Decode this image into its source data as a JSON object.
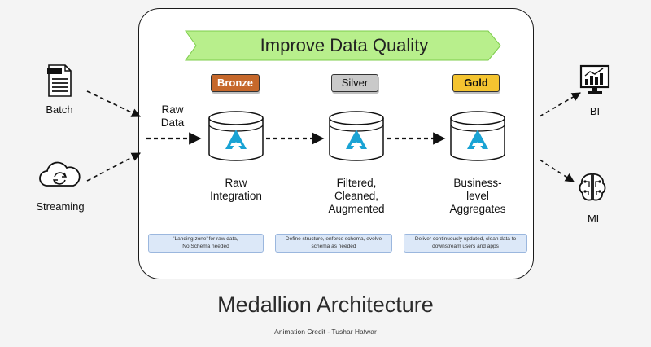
{
  "banner": {
    "text": "Improve Data Quality"
  },
  "tiers": {
    "bronze": "Bronze",
    "silver": "Silver",
    "gold": "Gold"
  },
  "inputs": {
    "batch": "Batch",
    "streaming": "Streaming",
    "raw_data": "Raw\nData"
  },
  "stages": {
    "raw": "Raw\nIntegration",
    "filtered": "Filtered,\nCleaned,\nAugmented",
    "business": "Business-\nlevel\nAggregates"
  },
  "notes": {
    "bronze": "'Landing zone' for raw data,\nNo Schema needed",
    "silver": "Define structure, enforce schema, evolve\nschema as needed",
    "gold": "Deliver continuously updated, clean data to\ndownstream users and apps"
  },
  "outputs": {
    "bi": "BI",
    "ml": "ML"
  },
  "footer": {
    "title": "Medallion Architecture",
    "credit": "Animation Credit - Tushar Hatwar"
  },
  "icons": {
    "batch": "log-file-icon",
    "streaming": "cloud-sync-icon",
    "database": "database-icon",
    "bi": "monitor-chart-icon",
    "ml": "brain-circuit-icon"
  },
  "colors": {
    "bronze": "#c6682b",
    "silver": "#c9c9c9",
    "gold": "#f4c430",
    "banner": "#b8ef8c",
    "logo": "#1aa3d4",
    "note_bg": "#dce8f8"
  }
}
